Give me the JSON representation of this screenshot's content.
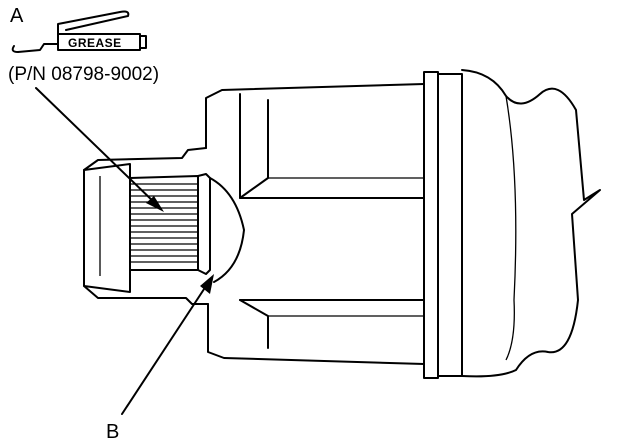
{
  "labels": {
    "callout_a": "A",
    "callout_b": "B",
    "tube_text": "GREASE",
    "part_number": "(P/N 08798-9002)"
  },
  "colors": {
    "line": "#000000",
    "background": "#ffffff"
  }
}
